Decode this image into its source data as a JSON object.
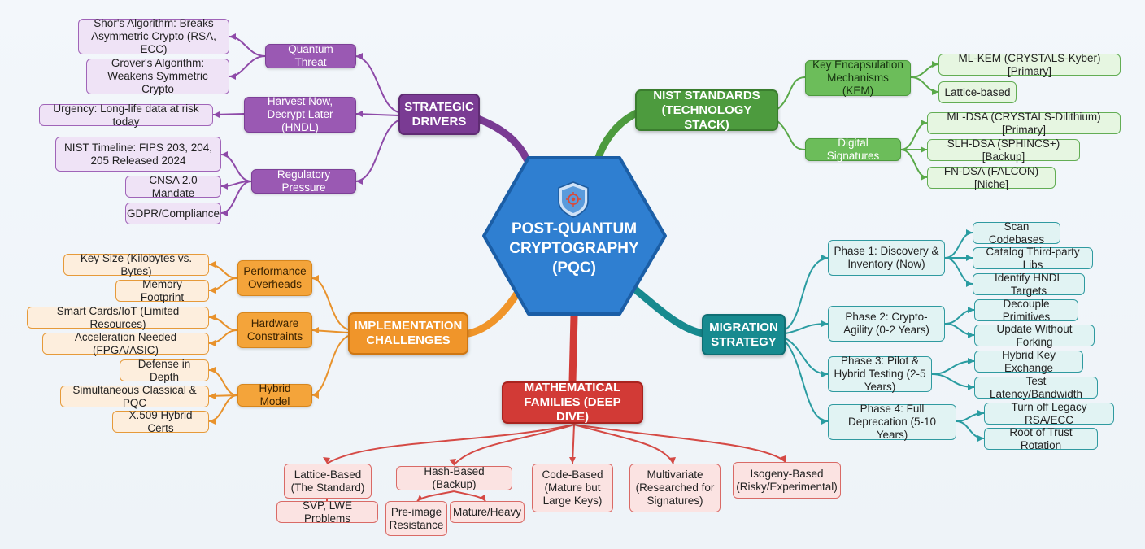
{
  "center": {
    "title_lines": [
      "POST-QUANTUM",
      "CRYPTOGRAPHY",
      "(PQC)"
    ],
    "icon": "shield-icon"
  },
  "colors": {
    "purple": "#7a3b93",
    "green": "#4d9b3e",
    "teal": "#178a8f",
    "orange": "#f0952a",
    "red": "#d23a36",
    "center_blue": "#2f7fd1"
  },
  "strategic_drivers": {
    "label": "STRATEGIC DRIVERS",
    "quantum_threat": {
      "label": "Quantum Threat",
      "items": [
        "Shor's Algorithm: Breaks Asymmetric Crypto (RSA, ECC)",
        "Grover's Algorithm: Weakens Symmetric Crypto"
      ]
    },
    "hndl": {
      "label": "Harvest Now, Decrypt Later (HNDL)",
      "items": [
        "Urgency: Long-life data at risk today"
      ]
    },
    "regulatory": {
      "label": "Regulatory Pressure",
      "items": [
        "NIST Timeline: FIPS 203, 204, 205 Released 2024",
        "CNSA 2.0 Mandate",
        "GDPR/Compliance"
      ]
    }
  },
  "nist_standards": {
    "label": "NIST STANDARDS (TECHNOLOGY STACK)",
    "kem": {
      "label": "Key Encapsulation Mechanisms (KEM)",
      "items": [
        "ML-KEM (CRYSTALS-Kyber) [Primary]",
        "Lattice-based"
      ]
    },
    "signatures": {
      "label": "Digital Signatures",
      "items": [
        "ML-DSA (CRYSTALS-Dilithium) [Primary]",
        "SLH-DSA (SPHINCS+) [Backup]",
        "FN-DSA (FALCON) [Niche]"
      ]
    }
  },
  "migration_strategy": {
    "label": "MIGRATION STRATEGY",
    "phases": [
      {
        "label": "Phase 1: Discovery & Inventory (Now)",
        "items": [
          "Scan Codebases",
          "Catalog Third-party Libs",
          "Identify HNDL Targets"
        ]
      },
      {
        "label": "Phase 2: Crypto-Agility (0-2 Years)",
        "items": [
          "Decouple Primitives",
          "Update Without Forking"
        ]
      },
      {
        "label": "Phase 3: Pilot & Hybrid Testing (2-5 Years)",
        "items": [
          "Hybrid Key Exchange",
          "Test Latency/Bandwidth"
        ]
      },
      {
        "label": "Phase 4: Full Deprecation (5-10 Years)",
        "items": [
          "Turn off Legacy RSA/ECC",
          "Root of Trust Rotation"
        ]
      }
    ]
  },
  "implementation_challenges": {
    "label": "IMPLEMENTATION CHALLENGES",
    "performance": {
      "label": "Performance Overheads",
      "items": [
        "Key Size (Kilobytes vs. Bytes)",
        "Memory Footprint"
      ]
    },
    "hardware": {
      "label": "Hardware Constraints",
      "items": [
        "Smart Cards/IoT (Limited Resources)",
        "Acceleration Needed (FPGA/ASIC)"
      ]
    },
    "hybrid": {
      "label": "Hybrid Model",
      "items": [
        "Defense in Depth",
        "Simultaneous Classical & PQC",
        "X.509 Hybrid Certs"
      ]
    }
  },
  "mathematical_families": {
    "label": "MATHEMATICAL FAMILIES (DEEP DIVE)",
    "families": [
      {
        "label": "Lattice-Based (The Standard)",
        "items": [
          "SVP, LWE Problems"
        ]
      },
      {
        "label": "Hash-Based (Backup)",
        "items": [
          "Pre-image Resistance",
          "Mature/Heavy"
        ]
      },
      {
        "label": "Code-Based (Mature but Large Keys)",
        "items": []
      },
      {
        "label": "Multivariate (Researched for Signatures)",
        "items": []
      },
      {
        "label": "Isogeny-Based (Risky/Experimental)",
        "items": []
      }
    ]
  }
}
